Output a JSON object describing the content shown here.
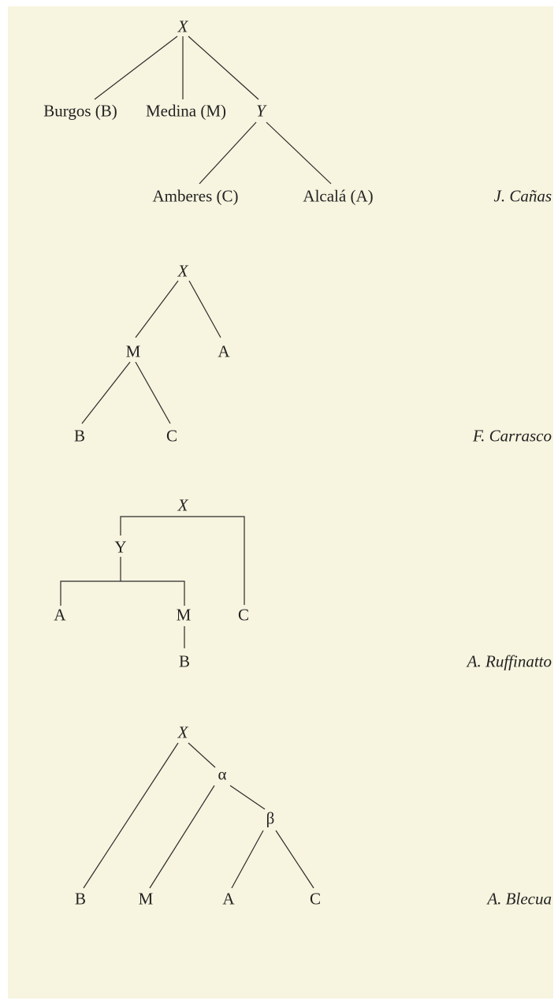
{
  "stemmas": [
    {
      "author": "J. Cañas",
      "nodes": [
        "X",
        "Burgos (B)",
        "Medina (M)",
        "Y",
        "Amberes (C)",
        "Alcalá (A)"
      ]
    },
    {
      "author": "F. Carrasco",
      "nodes": [
        "X",
        "M",
        "A",
        "B",
        "C"
      ]
    },
    {
      "author": "A. Ruffinatto",
      "nodes": [
        "X",
        "Y",
        "A",
        "M",
        "C",
        "B"
      ]
    },
    {
      "author": "A. Blecua",
      "nodes": [
        "X",
        "α",
        "β",
        "B",
        "M",
        "A",
        "C"
      ]
    }
  ]
}
